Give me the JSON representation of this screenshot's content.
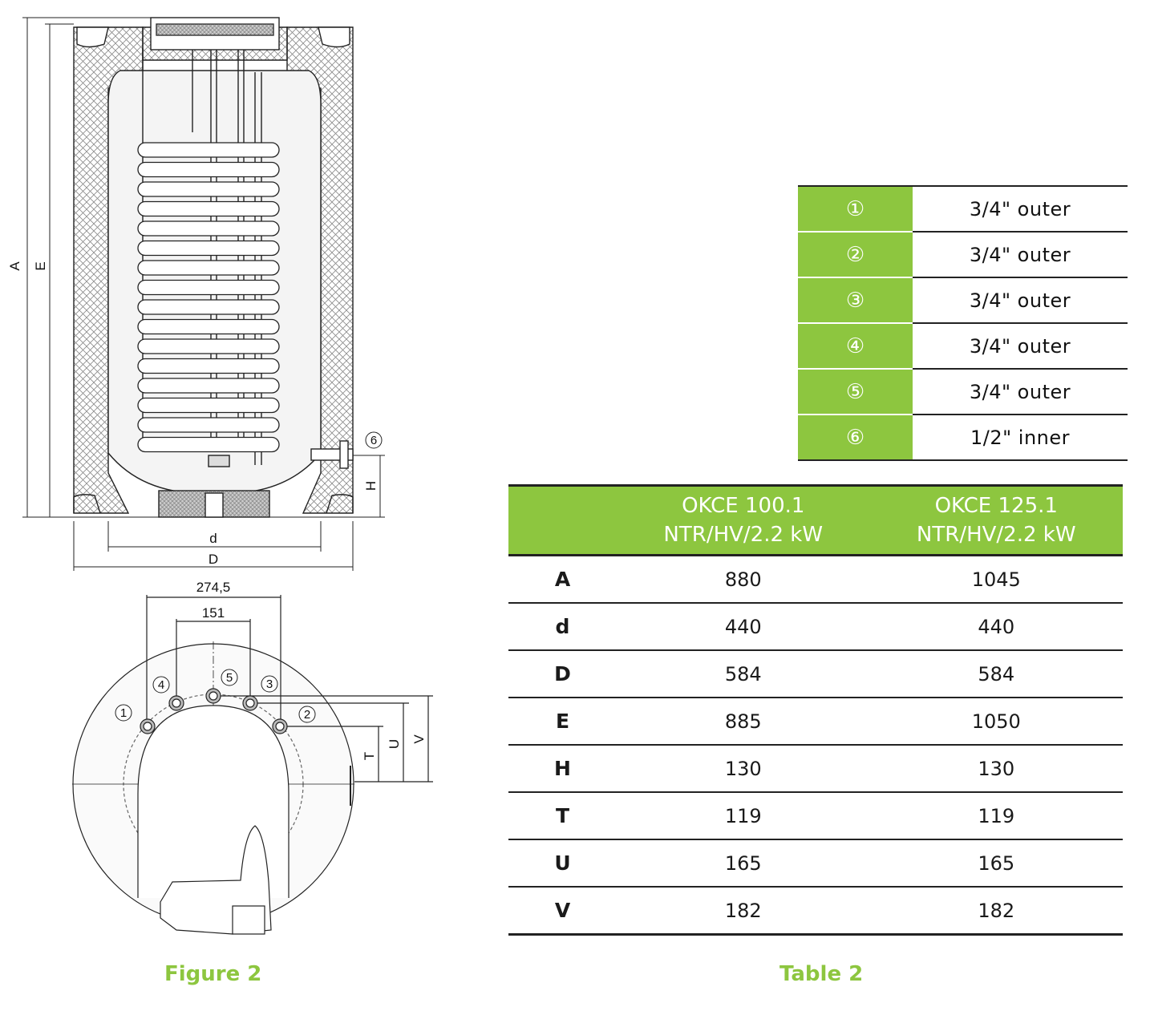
{
  "figure": {
    "caption": "Figure 2",
    "side_labels": {
      "A": "A",
      "E": "E",
      "H": "H",
      "d": "d",
      "D": "D"
    },
    "top_labels": {
      "dim_outer": "274,5",
      "dim_inner": "151",
      "T": "T",
      "U": "U",
      "V": "V"
    },
    "connection_markers": [
      "1",
      "2",
      "3",
      "4",
      "5",
      "6"
    ]
  },
  "connections_table": {
    "rows": [
      {
        "num": "①",
        "spec": "3/4\" outer"
      },
      {
        "num": "②",
        "spec": "3/4\" outer"
      },
      {
        "num": "③",
        "spec": "3/4\" outer"
      },
      {
        "num": "④",
        "spec": "3/4\" outer"
      },
      {
        "num": "⑤",
        "spec": "3/4\" outer"
      },
      {
        "num": "⑥",
        "spec": "1/2\" inner"
      }
    ]
  },
  "dimensions_table": {
    "caption": "Table 2",
    "headers": [
      "",
      "OKCE 100.1\nNTR/HV/2.2 kW",
      "OKCE 125.1\nNTR/HV/2.2 kW"
    ],
    "rows": [
      {
        "dim": "A",
        "okce100": "880",
        "okce125": "1045"
      },
      {
        "dim": "d",
        "okce100": "440",
        "okce125": "440"
      },
      {
        "dim": "D",
        "okce100": "584",
        "okce125": "584"
      },
      {
        "dim": "E",
        "okce100": "885",
        "okce125": "1050"
      },
      {
        "dim": "H",
        "okce100": "130",
        "okce125": "130"
      },
      {
        "dim": "T",
        "okce100": "119",
        "okce125": "119"
      },
      {
        "dim": "U",
        "okce100": "165",
        "okce125": "165"
      },
      {
        "dim": "V",
        "okce100": "182",
        "okce125": "182"
      }
    ]
  },
  "colors": {
    "accent_green": "#8dc63f",
    "line": "#222222"
  }
}
